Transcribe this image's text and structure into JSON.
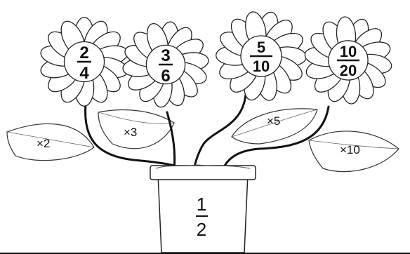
{
  "flowers": [
    {
      "numerator": "2",
      "denominator": "4"
    },
    {
      "numerator": "3",
      "denominator": "6"
    },
    {
      "numerator": "5",
      "denominator": "10"
    },
    {
      "numerator": "10",
      "denominator": "20"
    }
  ],
  "leaves": [
    {
      "label": "×2"
    },
    {
      "label": "×3"
    },
    {
      "label": "×5"
    },
    {
      "label": "×10"
    }
  ],
  "pot": {
    "numerator": "1",
    "denominator": "2"
  }
}
